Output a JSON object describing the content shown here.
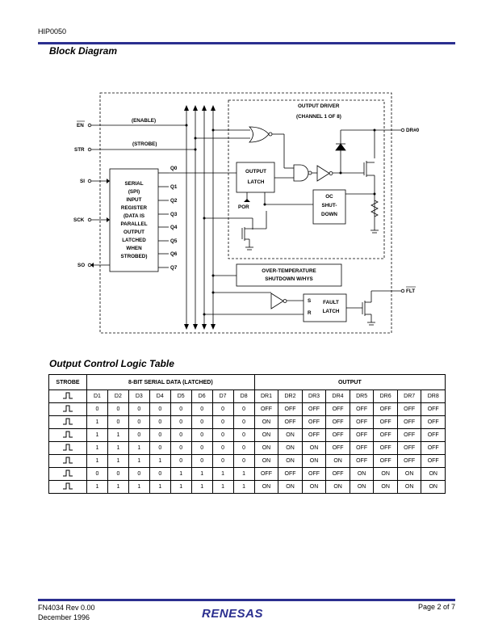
{
  "header": {
    "doc_code": "HIP0050"
  },
  "block_diagram": {
    "title": "Block Diagram",
    "pins": {
      "en": "EN",
      "str": "STR",
      "si": "SI",
      "sck": "SCK",
      "so": "SO",
      "dr": "DR#0",
      "flt": "FLT"
    },
    "signals": {
      "enable": "(ENABLE)",
      "strobe": "(STROBE)"
    },
    "blocks": {
      "output_driver": [
        "OUTPUT DRIVER",
        "(CHANNEL 1 OF 8)"
      ],
      "serial_register": [
        "SERIAL",
        "(SPI)",
        "INPUT",
        "REGISTER",
        "(DATA IS",
        "PARALLEL",
        "OUTPUT",
        "LATCHED",
        "WHEN",
        "STROBED)"
      ],
      "output_latch": [
        "OUTPUT",
        "LATCH"
      ],
      "oc_shutdown": [
        "OC",
        "SHUT-",
        "DOWN"
      ],
      "por": "POR",
      "over_temp": [
        "OVER-TEMPERATURE",
        "SHUTDOWN W/HYS"
      ],
      "fault_latch": [
        "FAULT",
        "LATCH"
      ],
      "fault_s": "S",
      "fault_r": "R"
    },
    "q_outputs": [
      "Q0",
      "Q1",
      "Q2",
      "Q3",
      "Q4",
      "Q5",
      "Q6",
      "Q7"
    ]
  },
  "logic_table": {
    "title": "Output Control Logic Table",
    "group_headers": {
      "strobe": "STROBE",
      "data": "8-BIT SERIAL DATA (LATCHED)",
      "output": "OUTPUT"
    },
    "columns": [
      "D1",
      "D2",
      "D3",
      "D4",
      "D5",
      "D6",
      "D7",
      "D8",
      "DR1",
      "DR2",
      "DR3",
      "DR4",
      "DR5",
      "DR6",
      "DR7",
      "DR8"
    ],
    "rows": [
      [
        "0",
        "0",
        "0",
        "0",
        "0",
        "0",
        "0",
        "0",
        "OFF",
        "OFF",
        "OFF",
        "OFF",
        "OFF",
        "OFF",
        "OFF",
        "OFF"
      ],
      [
        "1",
        "0",
        "0",
        "0",
        "0",
        "0",
        "0",
        "0",
        "ON",
        "OFF",
        "OFF",
        "OFF",
        "OFF",
        "OFF",
        "OFF",
        "OFF"
      ],
      [
        "1",
        "1",
        "0",
        "0",
        "0",
        "0",
        "0",
        "0",
        "ON",
        "ON",
        "OFF",
        "OFF",
        "OFF",
        "OFF",
        "OFF",
        "OFF"
      ],
      [
        "1",
        "1",
        "1",
        "0",
        "0",
        "0",
        "0",
        "0",
        "ON",
        "ON",
        "ON",
        "OFF",
        "OFF",
        "OFF",
        "OFF",
        "OFF"
      ],
      [
        "1",
        "1",
        "1",
        "1",
        "0",
        "0",
        "0",
        "0",
        "ON",
        "ON",
        "ON",
        "ON",
        "OFF",
        "OFF",
        "OFF",
        "OFF"
      ],
      [
        "0",
        "0",
        "0",
        "0",
        "1",
        "1",
        "1",
        "1",
        "OFF",
        "OFF",
        "OFF",
        "OFF",
        "ON",
        "ON",
        "ON",
        "ON"
      ],
      [
        "1",
        "1",
        "1",
        "1",
        "1",
        "1",
        "1",
        "1",
        "ON",
        "ON",
        "ON",
        "ON",
        "ON",
        "ON",
        "ON",
        "ON"
      ]
    ]
  },
  "footer": {
    "doc_number": "FN4034  Rev 0.00",
    "date": "December 1996",
    "page": "Page 2 of 7",
    "logo": "RENESAS"
  },
  "colors": {
    "rule": "#2b2f8f",
    "logo": "#2b2f8f"
  }
}
